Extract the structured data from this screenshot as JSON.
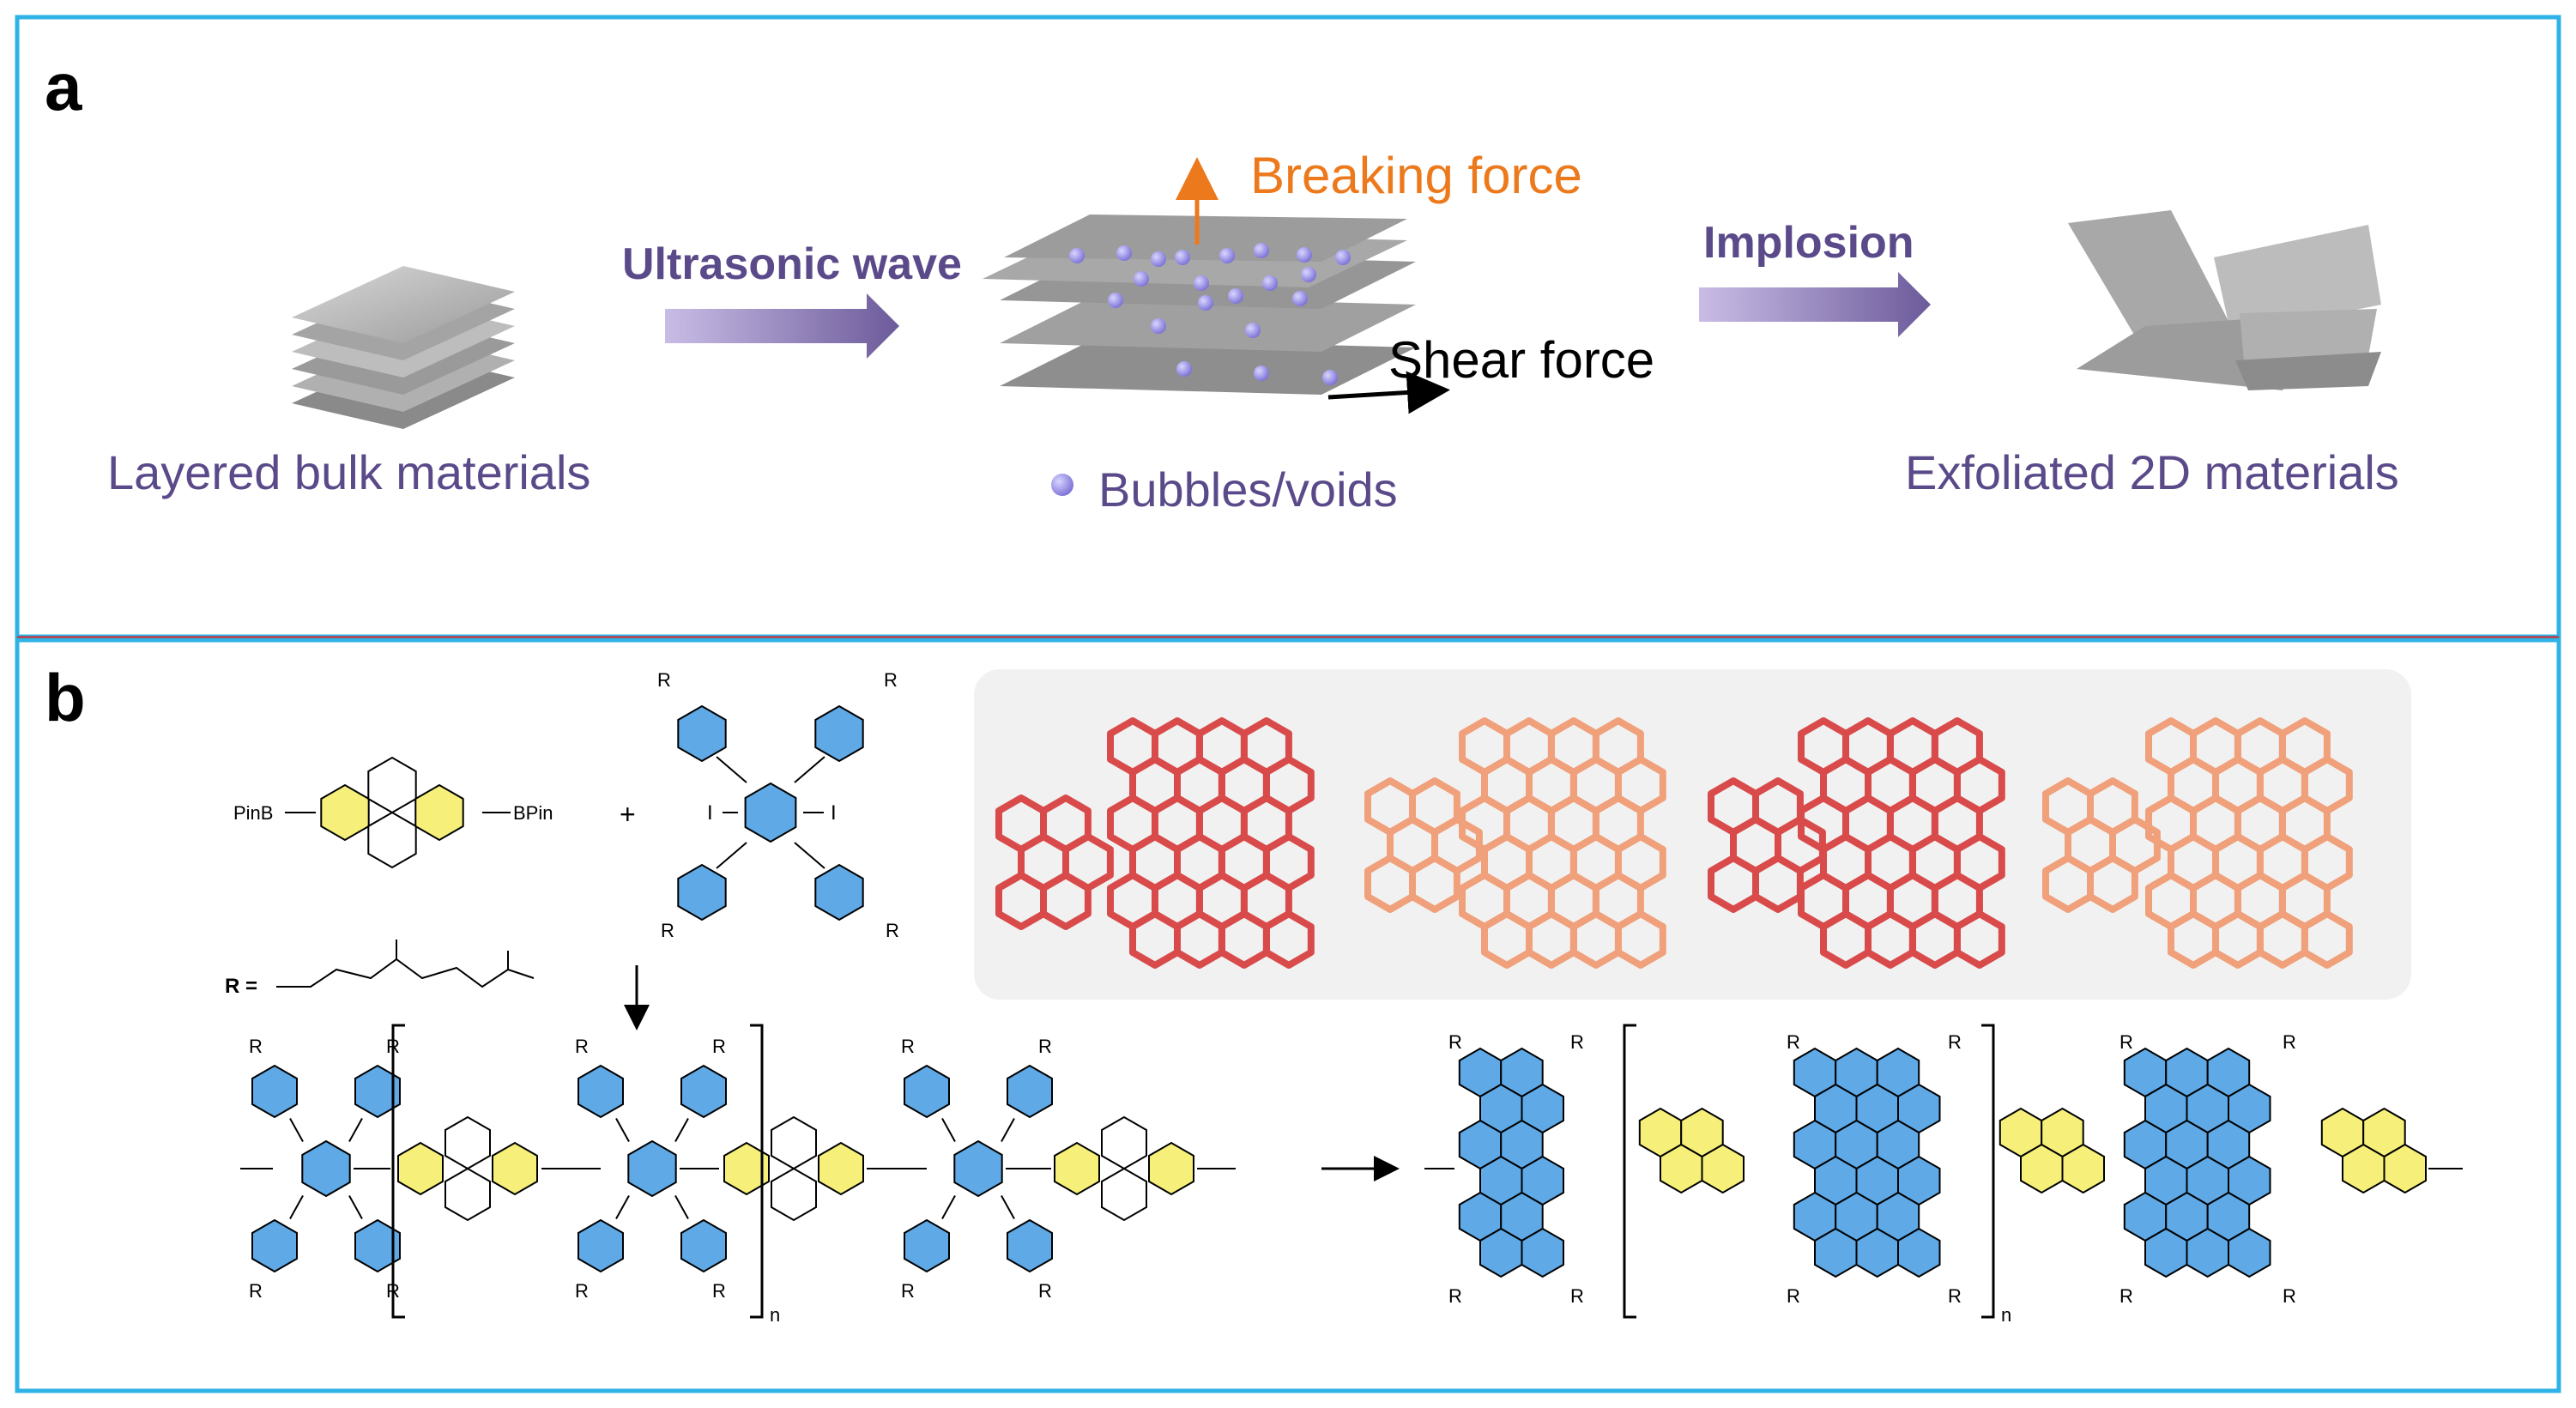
{
  "panel_a": {
    "label": "a",
    "layered_caption": "Layered bulk materials",
    "ultrasonic_label": "Ultrasonic wave",
    "breaking_force_label": "Breaking force",
    "shear_force_label": "Shear force",
    "bubbles_caption": "Bubbles/voids",
    "implosion_label": "Implosion",
    "exfoliated_caption": "Exfoliated 2D materials"
  },
  "panel_b": {
    "label": "b",
    "monomer_1_left": "PinB",
    "monomer_1_right": "BPin",
    "plus_sign": "+",
    "iodo_left": "I",
    "iodo_right": "I",
    "r_equals": "R =",
    "r_group": "R",
    "repeat_subscript": "n"
  },
  "colors": {
    "panel_a_border": "#2fb3e6",
    "panel_b_border": "#2fb3e6",
    "divider": "#e02020",
    "ring_yellow": "#f6f07a",
    "ring_blue": "#5ea9e6",
    "orange_text": "#ec7a1c",
    "purple_text": "#5b4a8a",
    "bubble": "#8f87e0",
    "ribbon_red": "#d94a4a",
    "ribbon_salmon": "#f0a07a"
  }
}
